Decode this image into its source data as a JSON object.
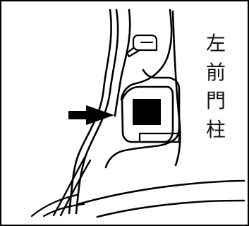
{
  "diagram": {
    "caption_chars": [
      "左",
      "前",
      "門",
      "柱"
    ]
  },
  "colors": {
    "line": "#000000",
    "background": "#ffffff"
  },
  "icons": {
    "arrow": "right-arrow-icon",
    "label_square": "black-square-label"
  }
}
